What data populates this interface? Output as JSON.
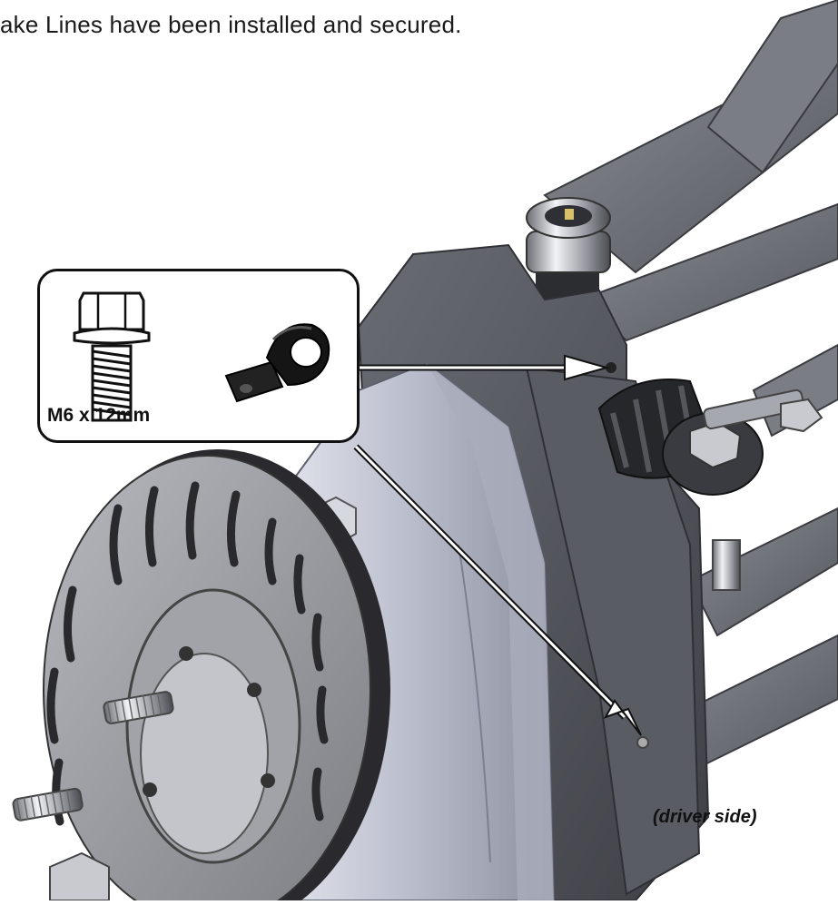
{
  "instruction": {
    "text": "ake Lines have been installed and secured."
  },
  "callout": {
    "hardware_label": "M6 x 12mm",
    "icons": [
      "flange-bolt-icon",
      "p-clip-icon"
    ]
  },
  "view_note": "(driver side)",
  "colors": {
    "metal_light": "#cdd0dc",
    "metal_mid": "#9ea2b2",
    "knuckle_dark": "#4d4f56",
    "frame_gray": "#6e7078",
    "rotor": "#9a9ca2",
    "rotor_edge": "#2a2a2e",
    "arrow": "#ffffff",
    "outline": "#111111"
  }
}
